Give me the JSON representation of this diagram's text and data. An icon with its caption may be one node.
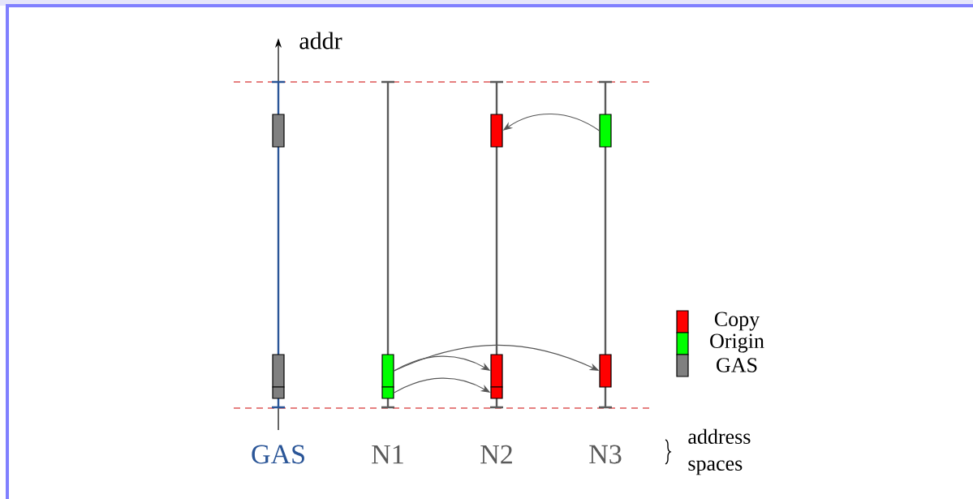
{
  "diagram": {
    "nodes": [
      {
        "text": [],
        "shape": "bar"
      },
      {
        "text": [],
        "shape": "bar"
      },
      {
        "text": [],
        "shape": "bar"
      },
      {
        "text": [],
        "shape": "bar"
      },
      {
        "text": [],
        "shape": "bar"
      },
      {
        "text": [],
        "shape": "bar"
      },
      {
        "text": [],
        "shape": "bar"
      },
      {
        "text": [],
        "shape": "bar"
      },
      {
        "text": [],
        "shape": "bar"
      },
      {
        "text": [],
        "shape": "bar"
      }
    ],
    "edges": [
      {
        "from": 8,
        "to": 5,
        "arrow": "to"
      },
      {
        "from": 3,
        "to": 6,
        "arrow": "to"
      },
      {
        "from": 4,
        "to": 7,
        "arrow": "to"
      },
      {
        "from": 3,
        "to": 9,
        "arrow": "to"
      }
    ],
    "labels": [
      "addr",
      "GAS",
      "N1",
      "N2",
      "N3",
      "address spaces"
    ],
    "legend": [
      {
        "text": "Copy",
        "color": "#ff0000"
      },
      {
        "text": "Origin",
        "color": "#00ff00"
      },
      {
        "text": "GAS",
        "color": "#808080"
      }
    ]
  }
}
